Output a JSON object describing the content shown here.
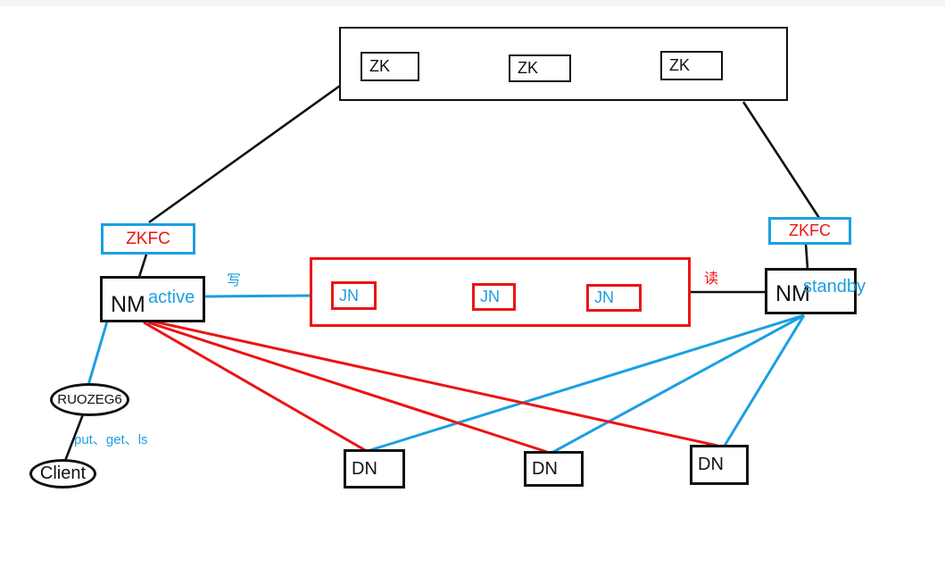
{
  "colors": {
    "ink": "#111111",
    "red": "#ec1414",
    "blue": "#1b9fe3",
    "canvas": "#ffffff",
    "top_strip": "#f4f4f4"
  },
  "zk_cluster": {
    "nodes": [
      {
        "label": "ZK"
      },
      {
        "label": "ZK"
      },
      {
        "label": "ZK"
      }
    ]
  },
  "failover": {
    "left_zkfc": "ZKFC",
    "right_zkfc": "ZKFC"
  },
  "namenodes": {
    "left": {
      "label": "NM",
      "state": "active"
    },
    "right": {
      "label": "NM",
      "state": "standby"
    }
  },
  "journal": {
    "nodes": [
      {
        "label": "JN"
      },
      {
        "label": "JN"
      },
      {
        "label": "JN"
      }
    ]
  },
  "datanodes": [
    {
      "label": "DN"
    },
    {
      "label": "DN"
    },
    {
      "label": "DN"
    }
  ],
  "client_group": {
    "host": "RUOZEG6",
    "client": "Client",
    "operations": "put、get、ls"
  },
  "edge_labels": {
    "write": "写",
    "read": "读"
  }
}
